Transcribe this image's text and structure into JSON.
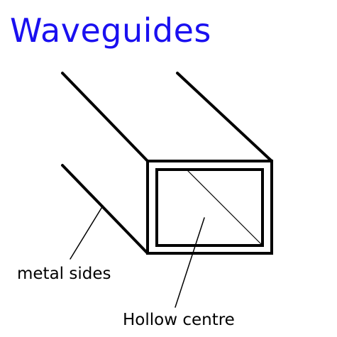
{
  "title": "Waveguides",
  "labels": {
    "metal_sides": "metal sides",
    "hollow_centre": "Hollow centre"
  },
  "colors": {
    "title": "#1a10f0",
    "ink": "#000000",
    "background": "#ffffff"
  }
}
